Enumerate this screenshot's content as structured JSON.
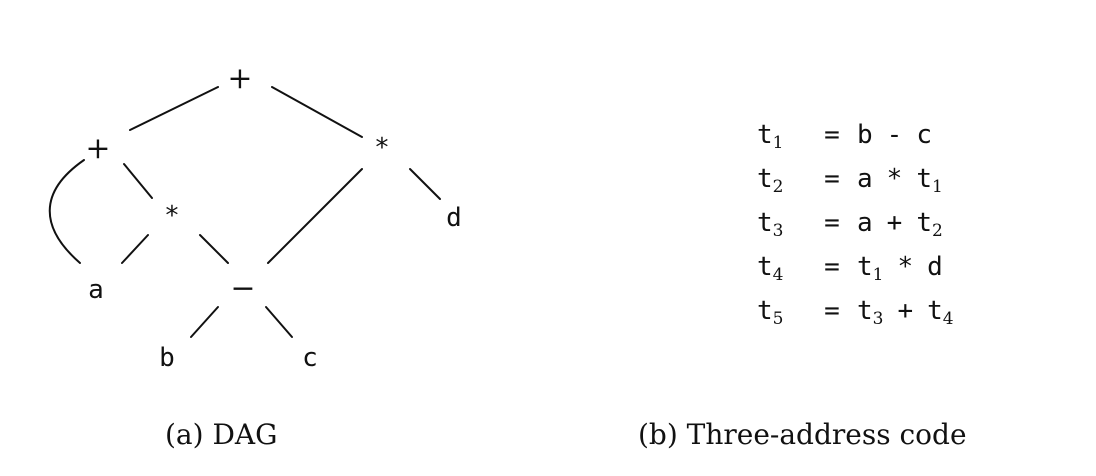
{
  "dag": {
    "nodes": {
      "root_plus": "+",
      "left_plus": "+",
      "right_mul": "*",
      "inner_mul": "*",
      "d": "d",
      "a": "a",
      "minus": "−",
      "b": "b",
      "c": "c"
    },
    "caption": "(a) DAG"
  },
  "code": {
    "lines": [
      {
        "lhs": "t",
        "lhs_sub": "1",
        "eq": "=",
        "rhs": [
          {
            "t": "b"
          },
          {
            "t": "-"
          },
          {
            "t": "c"
          }
        ]
      },
      {
        "lhs": "t",
        "lhs_sub": "2",
        "eq": "=",
        "rhs": [
          {
            "t": "a"
          },
          {
            "t": "*"
          },
          {
            "t": "t",
            "sub": "1"
          }
        ]
      },
      {
        "lhs": "t",
        "lhs_sub": "3",
        "eq": "=",
        "rhs": [
          {
            "t": "a"
          },
          {
            "t": "+"
          },
          {
            "t": "t",
            "sub": "2"
          }
        ]
      },
      {
        "lhs": "t",
        "lhs_sub": "4",
        "eq": "=",
        "rhs": [
          {
            "t": "t",
            "sub": "1"
          },
          {
            "t": "*"
          },
          {
            "t": "d"
          }
        ]
      },
      {
        "lhs": "t",
        "lhs_sub": "5",
        "eq": "=",
        "rhs": [
          {
            "t": "t",
            "sub": "3"
          },
          {
            "t": "+"
          },
          {
            "t": "t",
            "sub": "4"
          }
        ]
      }
    ],
    "caption": "(b) Three-address code"
  }
}
